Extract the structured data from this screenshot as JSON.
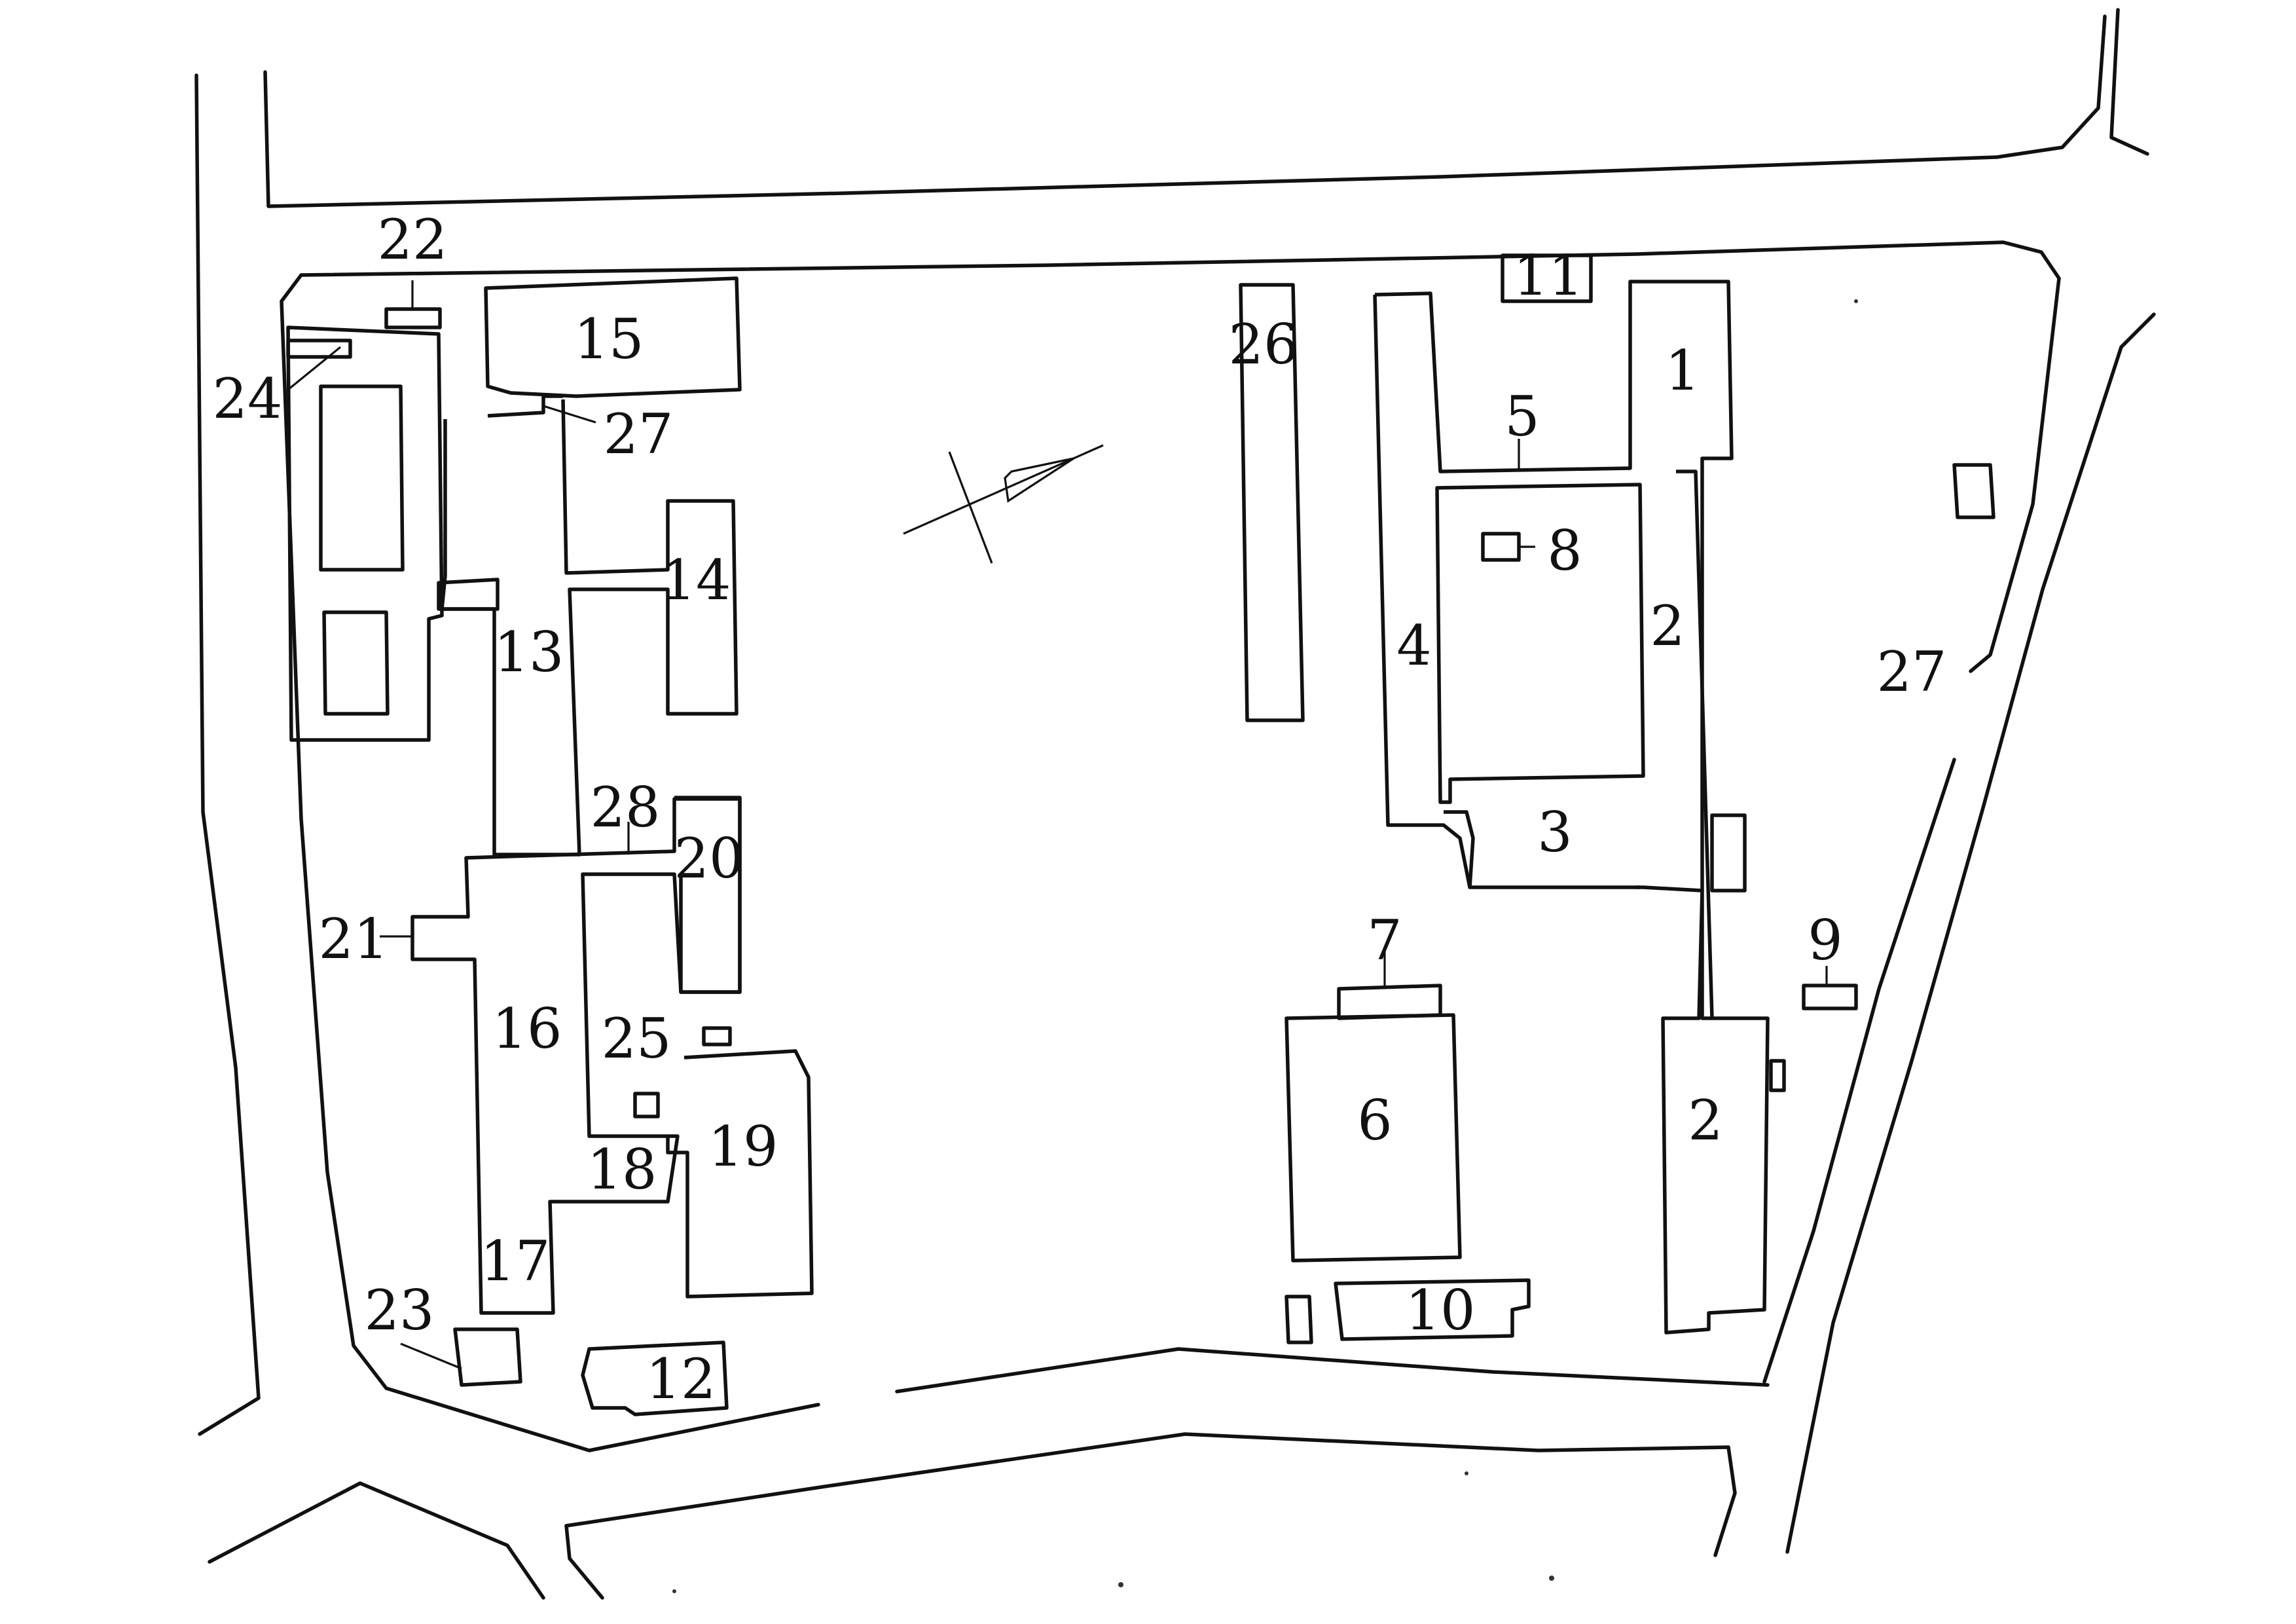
{
  "labels": {
    "b1": "1",
    "b2_upper": "2",
    "b2_lower": "2",
    "b3": "3",
    "b4": "4",
    "b5": "5",
    "b6": "6",
    "b7": "7",
    "b8": "8",
    "b9": "9",
    "b10": "10",
    "b11": "11",
    "b12": "12",
    "b13": "13",
    "b14": "14",
    "b15": "15",
    "b16": "16",
    "b17": "17",
    "b18": "18",
    "b19": "19",
    "b20": "20",
    "b21": "21",
    "b22": "22",
    "b23": "23",
    "b24": "24",
    "b25": "25",
    "b26": "26",
    "b27_top": "27",
    "b27_right": "27",
    "b28": "28"
  },
  "colors": {
    "ink": "#111111",
    "paper": "#ffffff"
  },
  "icons": {
    "north_arrow": "north-arrow-icon"
  }
}
